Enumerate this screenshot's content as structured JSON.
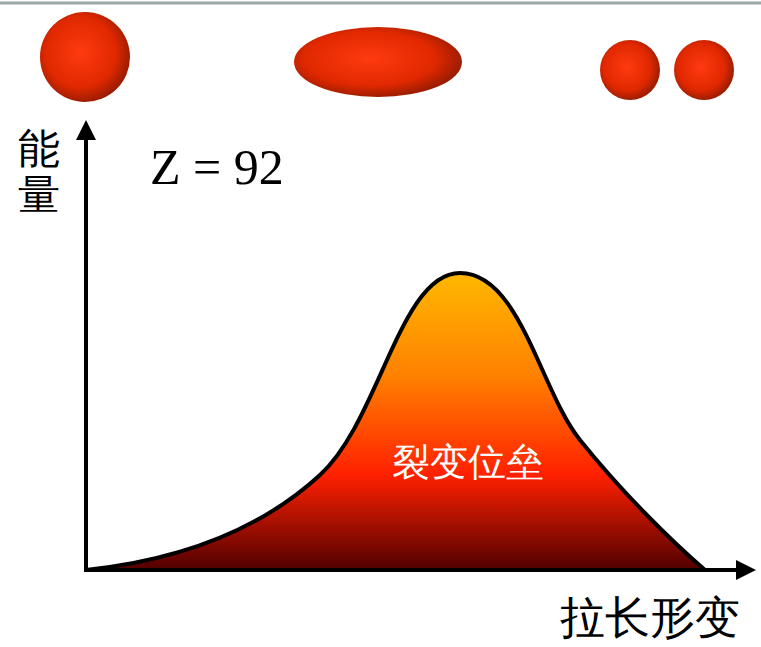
{
  "diagram": {
    "nodes": [
      {
        "text": [
          "裂变位垒"
        ]
      }
    ],
    "labels": [
      "能量",
      "Z = 92",
      "拉长形变"
    ]
  }
}
